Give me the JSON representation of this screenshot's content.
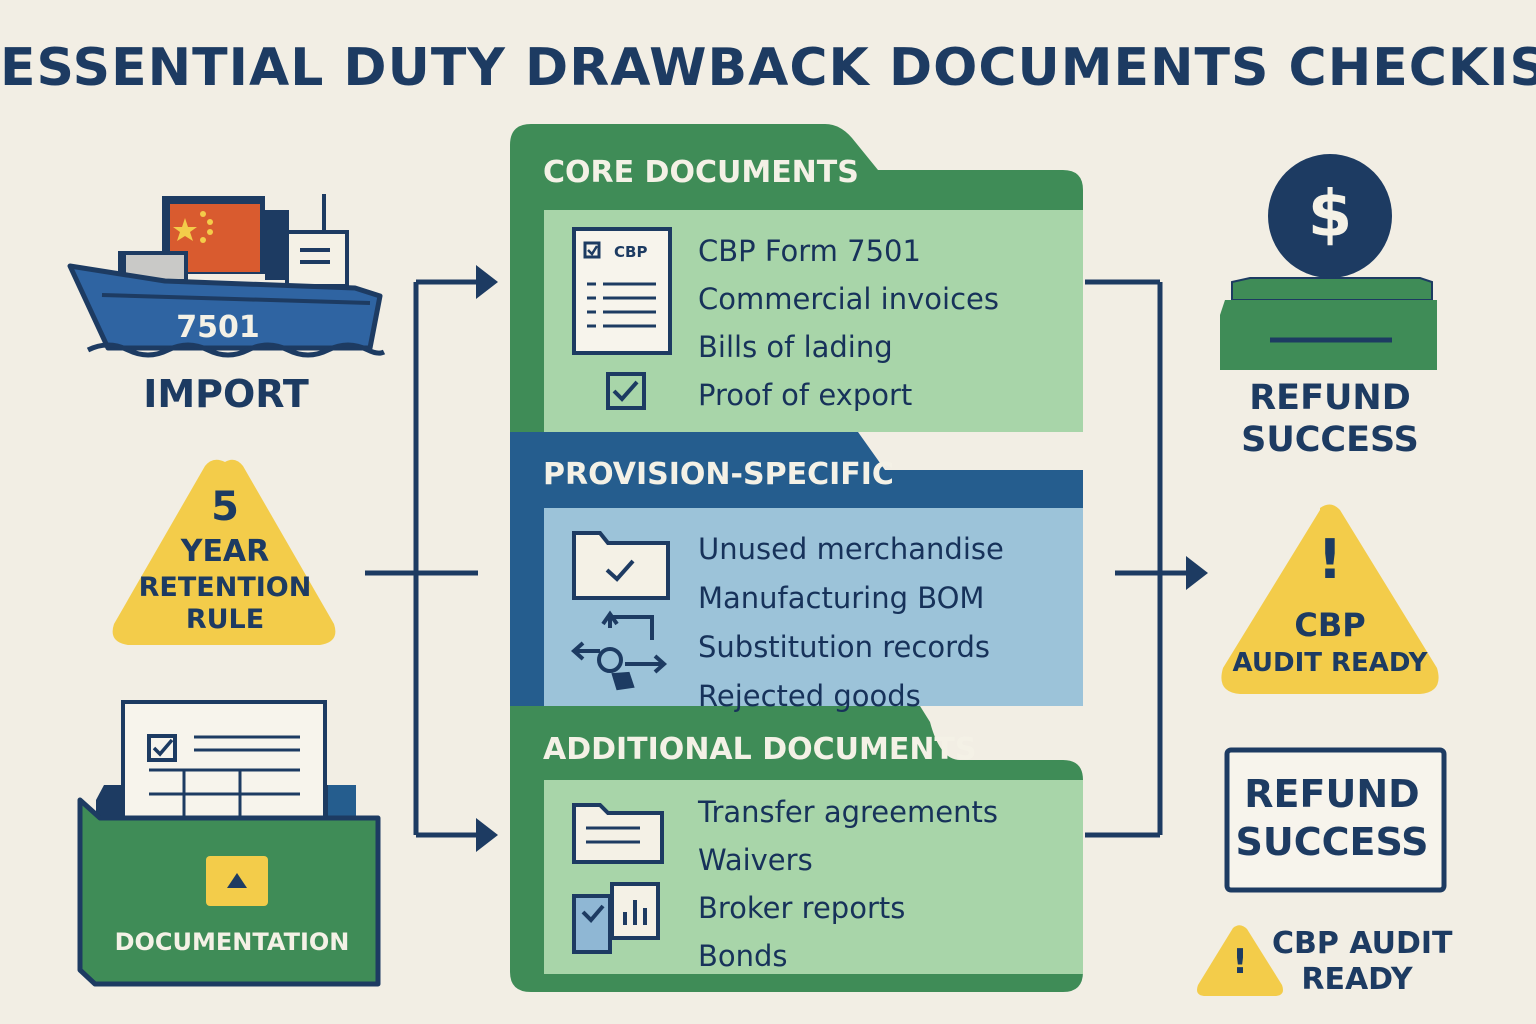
{
  "title": "ESSENTIAL DUTY DRAWBACK DOCUMENTS CHECKIST",
  "left": {
    "ship_number": "7501",
    "import_label": "IMPORT",
    "retention": {
      "number": "5",
      "line1": "YEAR",
      "line2": "RETENTION",
      "line3": "RULE"
    },
    "folder_label": "DOCUMENTATION"
  },
  "center": {
    "core": {
      "heading": "CORE DOCUMENTS",
      "form_tag": "CBP",
      "items": [
        "CBP Form 7501",
        "Commercial invoices",
        "Bills of lading",
        "Proof of export"
      ]
    },
    "provision": {
      "heading": "PROVISION-SPECIFIC",
      "items": [
        "Unused merchandise",
        "Manufacturing BOM",
        "Substitution records",
        "Rejected goods"
      ]
    },
    "additional": {
      "heading": "ADDITIONAL DOCUMENTS",
      "items": [
        "Transfer agreements",
        "Waivers",
        "Broker reports",
        "Bonds"
      ]
    }
  },
  "right": {
    "dollar": "$",
    "refund1": {
      "line1": "REFUND",
      "line2": "SUCCESS"
    },
    "audit1": {
      "mark": "!",
      "line1": "CBP",
      "line2": "AUDIT READY"
    },
    "refund2": {
      "line1": "REFUND",
      "line2": "SUCCESS"
    },
    "audit2": {
      "mark": "!",
      "line1": "CBP AUDIT",
      "line2": "READY"
    }
  },
  "colors": {
    "navy": "#1d3b62",
    "green": "#3f8c57",
    "light_green": "#a8d5a9",
    "blue": "#255d8e",
    "light_blue": "#9cc3d9",
    "yellow": "#f3cc4a",
    "background": "#f2eee4"
  }
}
